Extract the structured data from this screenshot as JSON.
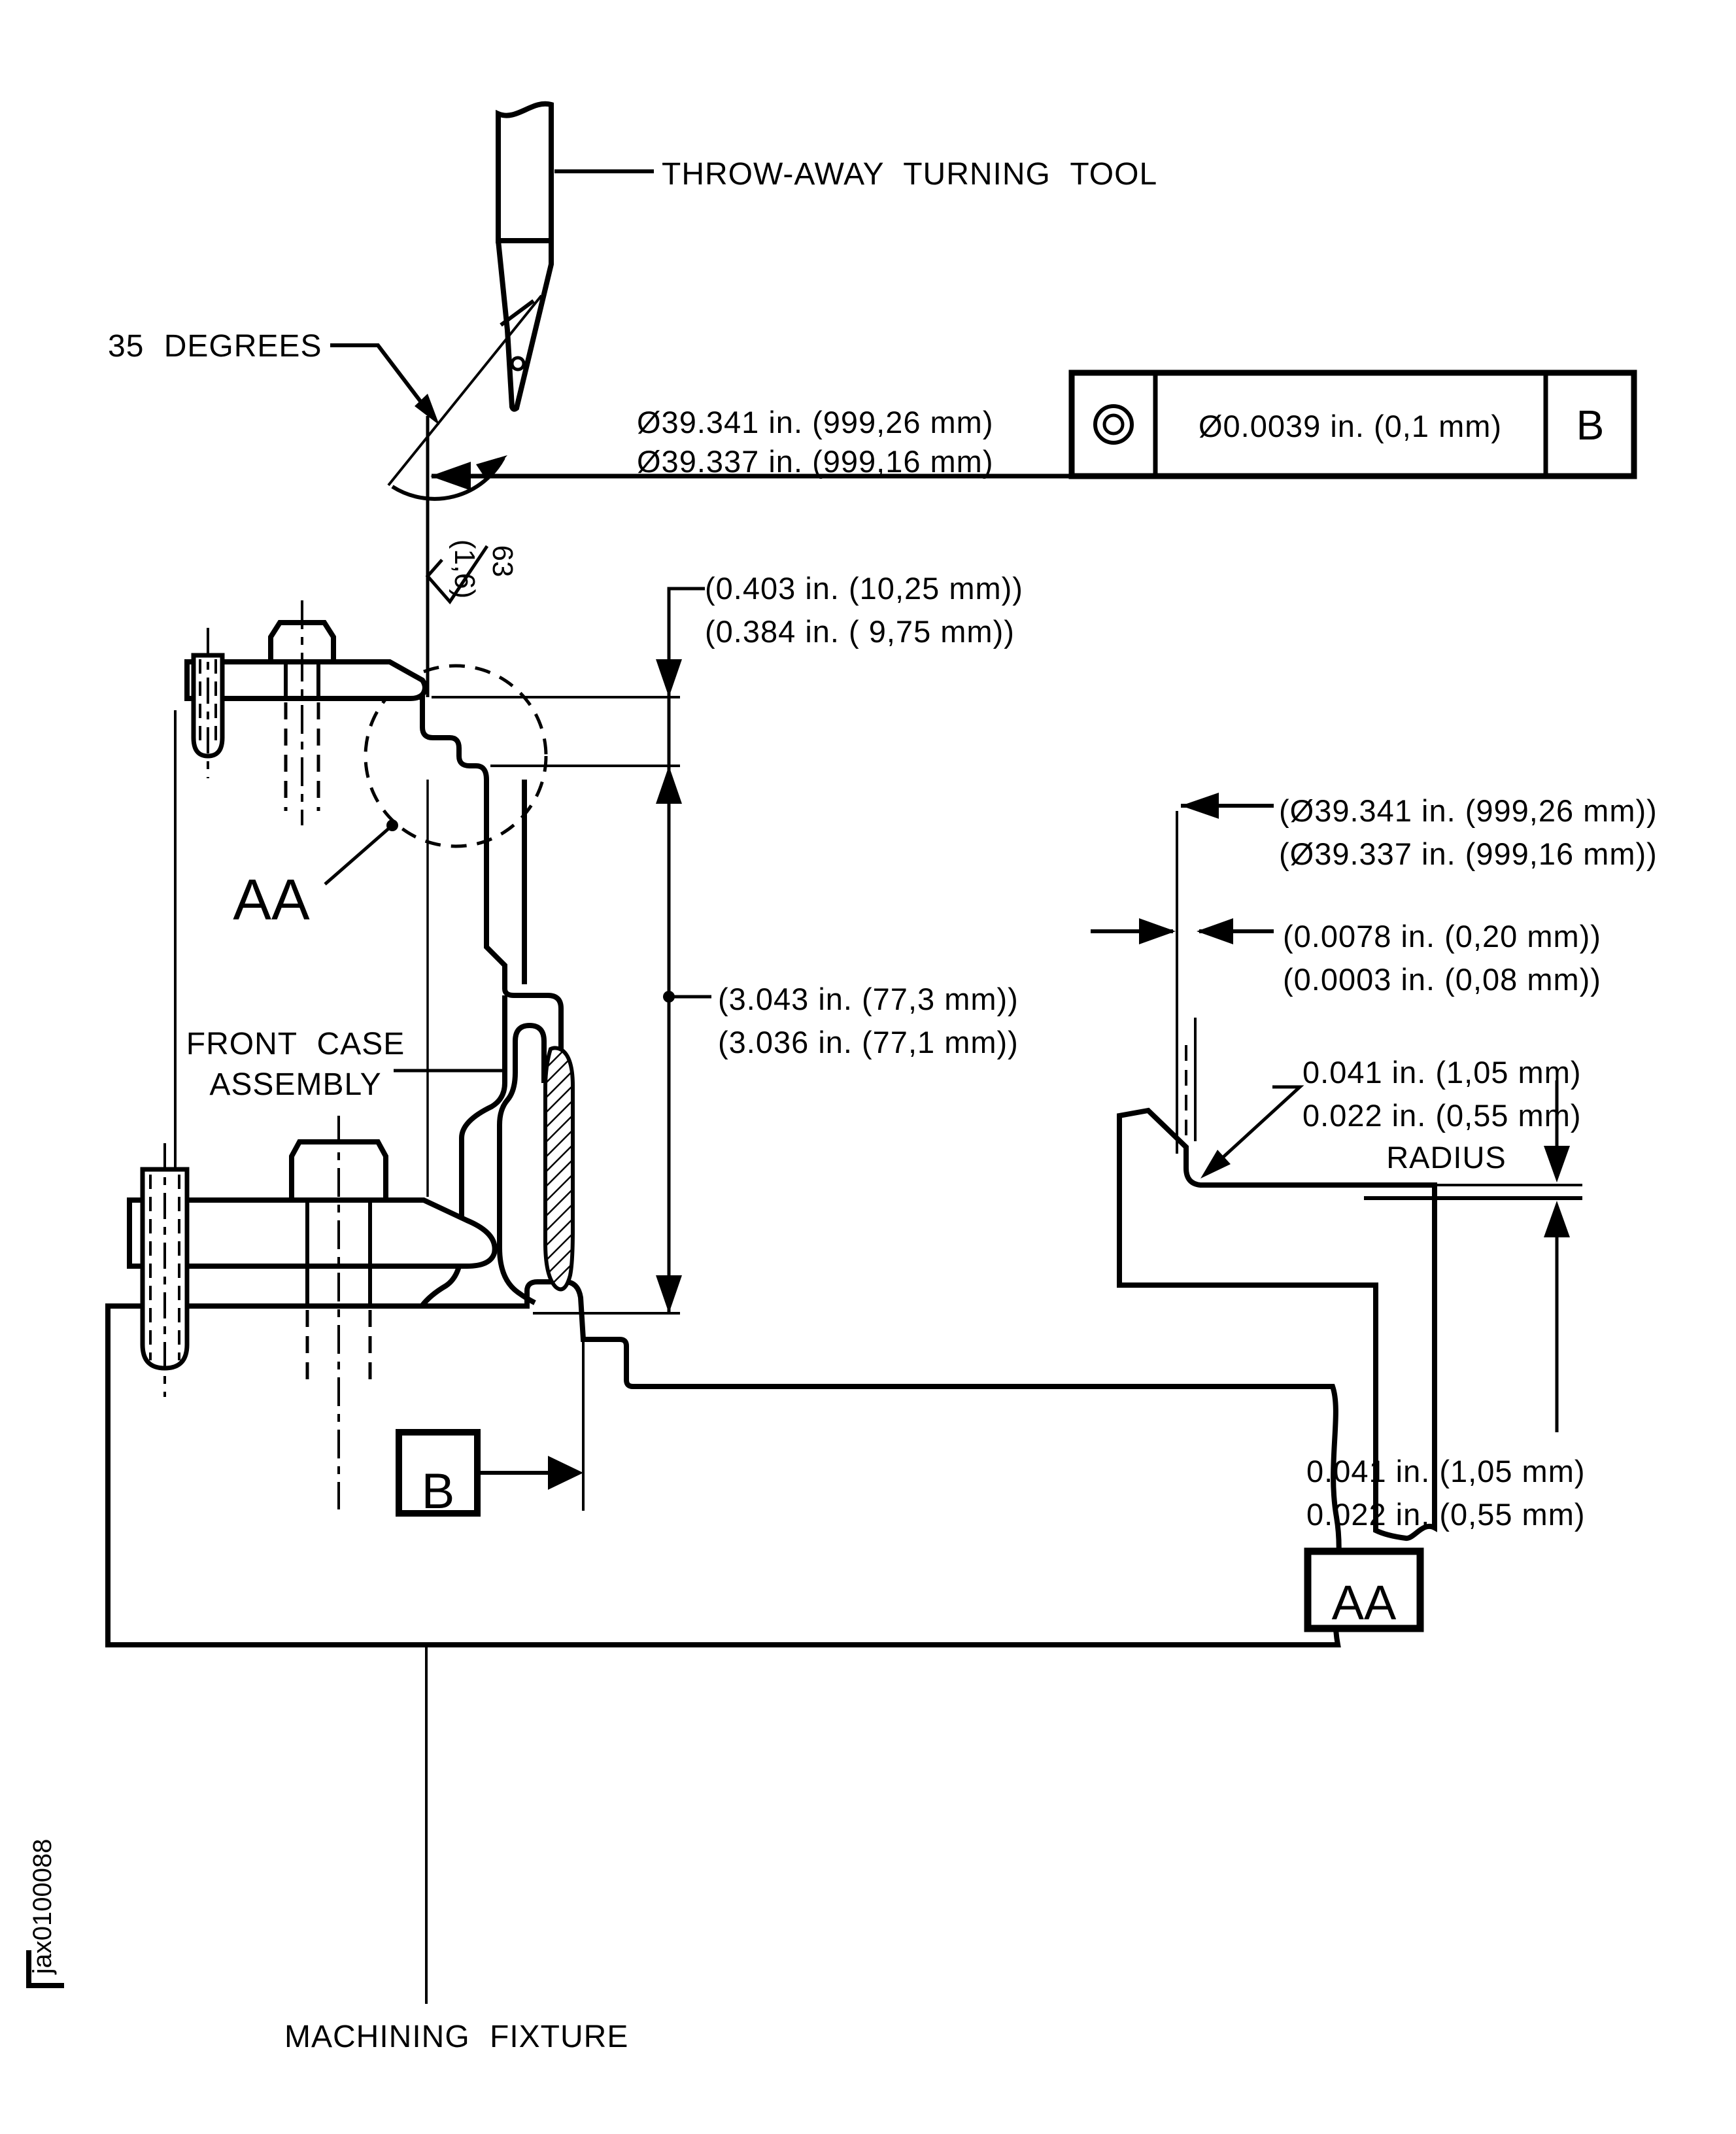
{
  "drawing": {
    "labels": {
      "tool": "THROW-AWAY TURNING TOOL",
      "angle": "35 DEGREES",
      "front_case_1": "FRONT CASE",
      "front_case_2": "ASSEMBLY",
      "machining_fixture": "MACHINING FIXTURE",
      "detail_pointer": "AA",
      "detail_title": "AA",
      "datum_flag": "B"
    },
    "dimensions": {
      "od_line1": "Ø39.341 in. (999,26  mm)",
      "od_line2": "Ø39.337 in. (999,16  mm)",
      "depth_line1": "(0.403 in. (10,25  mm))",
      "depth_line2": "(0.384 in. (  9,75  mm))",
      "height_line1": "(3.043 in. (77,3  mm))",
      "height_line2": "(3.036 in. (77,1  mm))",
      "detail_od_line1": "(Ø39.341 in. (999,26  mm))",
      "detail_od_line2": "(Ø39.337 in. (999,16  mm))",
      "gap_line1": "(0.0078 in. (0,20  mm))",
      "gap_line2": "(0.0003 in. (0,08  mm))",
      "radius_line1": "0.041 in. (1,05  mm)",
      "radius_line2": "0.022 in. (0,55  mm)",
      "radius_word": "RADIUS",
      "step_line1": "0.041 in. (1,05  mm)",
      "step_line2": "0.022 in. (0,55  mm)"
    },
    "feature_control_frame": {
      "symbol": "concentricity",
      "tolerance": "Ø0.0039 in. (0,1  mm)",
      "datum": "B"
    },
    "surface_finish": {
      "roughness": "63",
      "metric": "(1,6)"
    },
    "doc_number": "jax0100088",
    "colors": {
      "ink": "#000000",
      "paper": "#ffffff"
    }
  }
}
